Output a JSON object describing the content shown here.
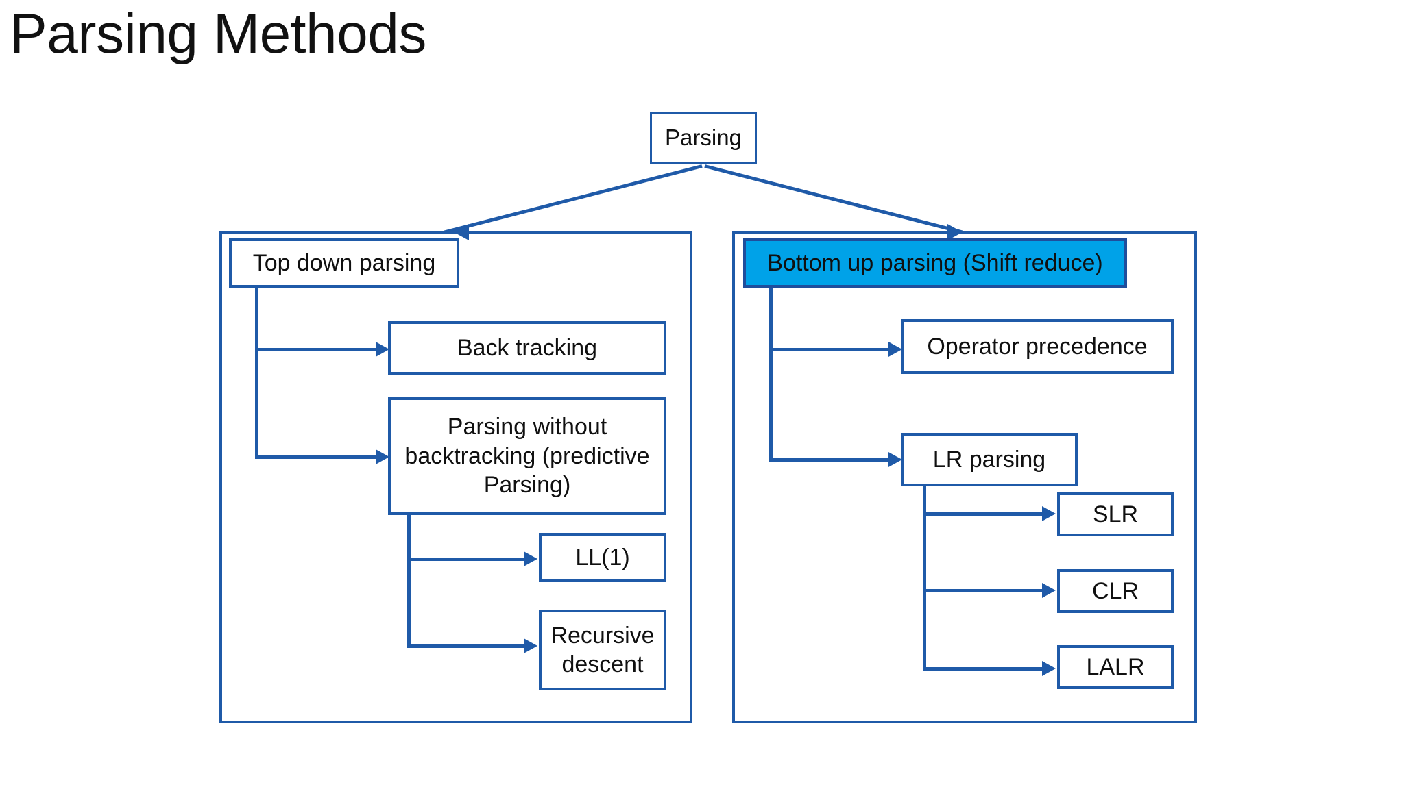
{
  "slide": {
    "title": "Parsing Methods",
    "background_color": "#FFFFFF"
  },
  "colors": {
    "border_blue": "#1F5AA8",
    "highlight_fill": "#00A2E8",
    "highlight_border": "#1F4E9C",
    "text": "#101010"
  },
  "diagram": {
    "root": {
      "label": "Parsing"
    },
    "branches": [
      {
        "id": "top-down",
        "header": "Top down parsing",
        "highlighted": false,
        "children": [
          {
            "id": "back-tracking",
            "label": "Back tracking",
            "children": []
          },
          {
            "id": "predictive",
            "label": "Parsing without backtracking (predictive Parsing)",
            "children": [
              {
                "id": "ll1",
                "label": "LL(1)"
              },
              {
                "id": "recursive-descent",
                "label": "Recursive descent"
              }
            ]
          }
        ]
      },
      {
        "id": "bottom-up",
        "header": "Bottom up parsing (Shift reduce)",
        "highlighted": true,
        "children": [
          {
            "id": "operator-precedence",
            "label": "Operator precedence",
            "children": []
          },
          {
            "id": "lr-parsing",
            "label": "LR parsing",
            "children": [
              {
                "id": "slr",
                "label": "SLR"
              },
              {
                "id": "clr",
                "label": "CLR"
              },
              {
                "id": "lalr",
                "label": "LALR"
              }
            ]
          }
        ]
      }
    ]
  }
}
